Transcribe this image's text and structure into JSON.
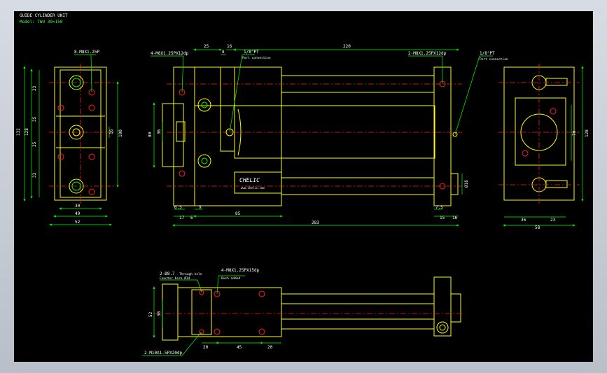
{
  "title": "GUIDE CYLINDER UNIT",
  "model": "Model: TWU 30×150",
  "colors": {
    "background": "#000000",
    "outline": "#ffff00",
    "dimension": "#00ff00",
    "centerline": "#ff2020",
    "text": "#ffffff",
    "hole": "#00ff00"
  },
  "labels": {
    "side_holes": "8-M8X1.25P",
    "tap_left": "4-M8X1.25PX12dp",
    "port_connection_left": "1/8\"PT",
    "port_connection_left_note": "Port connection",
    "tap_right": "2-M8X1.25PX12dp",
    "port_connection_right": "1/8\"PT",
    "port_connection_right_note": "Port connection",
    "brand": "CHELIC",
    "brand_url": "www.chelic.com",
    "bottom_holes": "2-Ø8.7",
    "bottom_holes_note": "Through hole",
    "bottom_cbore": "Counter bore Ø14",
    "bottom_tap": "4-M8X1.25PX15dp",
    "bottom_tap_note": "Bush added",
    "bottom_tap2": "2-M10X1.5PX20dp"
  },
  "dimensions": {
    "left": {
      "h132": "132",
      "h128": "128",
      "h33a": "33",
      "h35a": "35",
      "h35b": "35",
      "h33b": "33",
      "h16": "16",
      "h100": "100",
      "w30": "30",
      "w49": "49",
      "w52": "52"
    },
    "front": {
      "d25": "25",
      "d8": "8",
      "d16": "16",
      "d220": "220",
      "d80": "80",
      "d36": "36",
      "d6_5": "6.5",
      "d9": "9",
      "d17": "17",
      "d6": "6",
      "d85": "85",
      "d283": "283",
      "d7_5": "7.5",
      "d15": "15",
      "d16b": "16",
      "d40": "Ø16"
    },
    "right": {
      "h70": "70",
      "h128": "128",
      "w36": "36",
      "w23": "23",
      "w58": "58"
    },
    "bottom": {
      "h52": "52",
      "h38": "38",
      "w20a": "20",
      "w45": "45",
      "w20b": "20"
    }
  }
}
